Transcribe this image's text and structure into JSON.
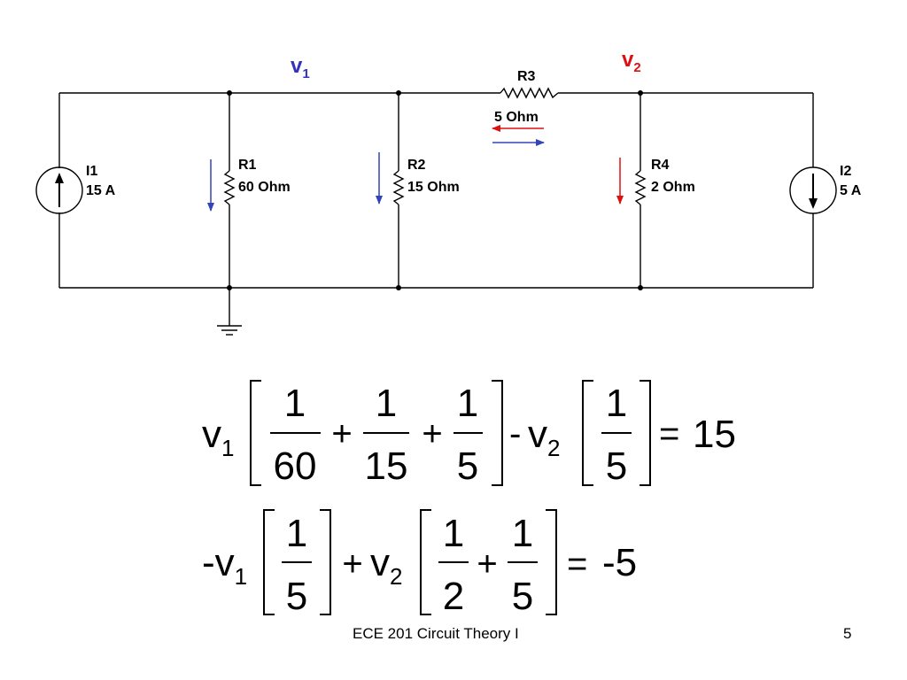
{
  "colors": {
    "wire": "#000000",
    "node_v1": "#3333bb",
    "node_v2": "#dd1111",
    "arrow_blue": "#3344bb",
    "arrow_red": "#dd1111"
  },
  "circuit": {
    "node_v1": {
      "base": "v",
      "sub": "1"
    },
    "node_v2": {
      "base": "v",
      "sub": "2"
    },
    "I1": {
      "name": "I1",
      "value": "15 A"
    },
    "I2": {
      "name": "I2",
      "value": "5 A"
    },
    "R1": {
      "name": "R1",
      "value": "60 Ohm"
    },
    "R2": {
      "name": "R2",
      "value": "15 Ohm"
    },
    "R3": {
      "name": "R3",
      "value": "5 Ohm"
    },
    "R4": {
      "name": "R4",
      "value": "2 Ohm"
    }
  },
  "equations": {
    "eq1": {
      "v1": "v",
      "v1_sub": "1",
      "fracs1": [
        {
          "num": "1",
          "den": "60"
        },
        {
          "num": "1",
          "den": "15"
        },
        {
          "num": "1",
          "den": "5"
        }
      ],
      "minus": "-",
      "v2": "v",
      "v2_sub": "2",
      "frac2": {
        "num": "1",
        "den": "5"
      },
      "plus": "+",
      "eq": "=",
      "rhs": "15"
    },
    "eq2": {
      "v1": "-v",
      "v1_sub": "1",
      "frac1": {
        "num": "1",
        "den": "5"
      },
      "plus": "+",
      "v2": "v",
      "v2_sub": "2",
      "fracs2": [
        {
          "num": "1",
          "den": "2"
        },
        {
          "num": "1",
          "den": "5"
        }
      ],
      "eq": "=",
      "rhs": "-5"
    }
  },
  "footer": {
    "course": "ECE 201 Circuit Theory I",
    "page": "5"
  }
}
